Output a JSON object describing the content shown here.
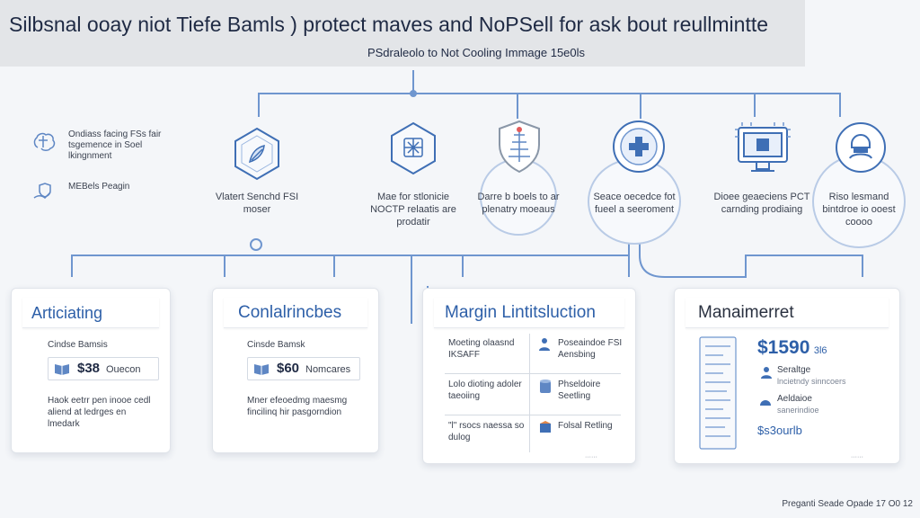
{
  "header": {
    "title": "Silbsnal ooay niot Tiefe Bamls ) protect maves and NoPSell for ask bout reullmintte",
    "subtitle": "PSdraleolo to Not Cooling Immage 15e0ls"
  },
  "notes": [
    {
      "icon": "brain-icon",
      "text": "Ondiass facing FSs fair tsgemence in Soel lkingnment"
    },
    {
      "icon": "hand-shield-icon",
      "text": "MEBels Peagin"
    }
  ],
  "stages": [
    {
      "icon": "leaf-hexagon-icon",
      "label": "Vlatert Senchd FSI moser"
    },
    {
      "icon": "network-hexagon-icon",
      "label": "Mae for stlonicie NOCTP relaatis are prodatir"
    },
    {
      "icon": "tower-badge-icon",
      "label": "Darre b boels to ar plenatry moeaus"
    },
    {
      "icon": "medical-cross-icon",
      "label": "Seace oecedce fot fueel a seeroment"
    },
    {
      "icon": "monitor-icon",
      "label": "Dioee geaeciens PCT carnding prodiaing"
    },
    {
      "icon": "person-badge-icon",
      "label": "Riso lesmand bintdroe io ooest coooo"
    }
  ],
  "cards": {
    "card1": {
      "title": "Articiating",
      "caption": "Cindse Bamsis",
      "price": "$38",
      "price_unit": "Ouecon",
      "desc": "Haok eetrr pen inooe cedl aliend at ledrges en lmedark"
    },
    "card2": {
      "title": "Conlalrincbes",
      "caption": "Cinsde Bamsk",
      "price": "$60",
      "price_unit": "Nomcares",
      "desc": "Mner efeoedmg maesmg fincilinq hir pasgorndion"
    },
    "card3": {
      "title": "Margin Lintitsluction",
      "rows": [
        {
          "left": "Moeting olaasnd IKSAFF",
          "right": "Poseaindoe FSI Aensbing"
        },
        {
          "left": "Lolo dioting adoler taeoiing",
          "right": "Phseldoire Seetling"
        },
        {
          "left": "\"l\" rsocs naessa so dulog",
          "right": "Folsal Retling"
        }
      ]
    },
    "card4": {
      "title": "Manaimerret",
      "price": "$1590",
      "price_suffix": "3l6",
      "items": [
        {
          "icon": "person-icon",
          "title": "Seraltge",
          "sub": "lncietndy sinncoers"
        },
        {
          "icon": "gauge-icon",
          "title": "Aeldaioe",
          "sub": "sanerindioe"
        }
      ],
      "footer_value": "$s3ourlb"
    }
  },
  "footer": "Preganti Seade Opade 17 O0 12"
}
